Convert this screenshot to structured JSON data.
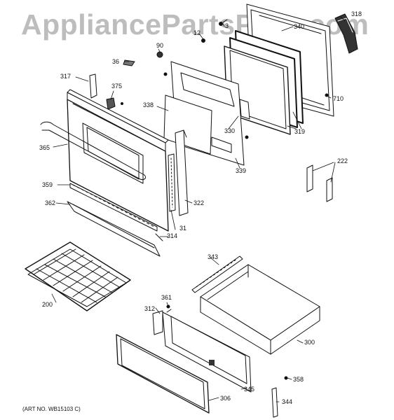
{
  "watermark": "AppliancePartsPros.com",
  "art_number": "(ART NO. WB15103 C)",
  "callouts": {
    "c12": "12",
    "c3": "3",
    "c340": "340",
    "c318": "318",
    "c90": "90",
    "c36": "36",
    "c317": "317",
    "c375": "375",
    "c338": "338",
    "c330": "330",
    "c319": "319",
    "c710": "710",
    "c339": "339",
    "c365": "365",
    "c222": "222",
    "c359": "359",
    "c322": "322",
    "c362": "362",
    "c31": "31",
    "c314": "314",
    "c343": "343",
    "c200": "200",
    "c361": "361",
    "c312": "312",
    "c300": "300",
    "c358": "358",
    "c345": "345",
    "c306": "306",
    "c344": "344"
  }
}
